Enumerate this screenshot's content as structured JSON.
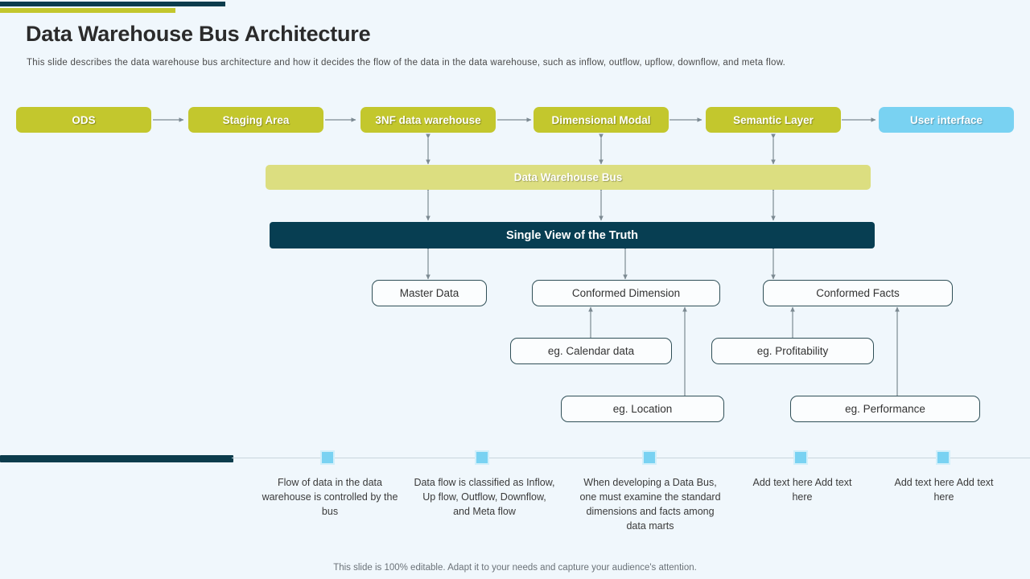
{
  "slide": {
    "title": "Data Warehouse Bus Architecture",
    "subtitle": "This slide describes the data warehouse bus architecture and how it decides the flow of the data in the data warehouse,  such as inflow, outflow, upflow,  downflow,  and meta flow.",
    "footer": "This slide is 100% editable. Adapt it to your needs and capture your audience's attention."
  },
  "colors": {
    "background": "#F0F7FC",
    "olive": "#C3C72D",
    "khaki": "#DCDE80",
    "teal_dark": "#073E52",
    "blue_light": "#79D2F2",
    "accent_bar_teal": "#0C3C4C",
    "connector_gray": "#7C8A92"
  },
  "flow_row": [
    {
      "label": "ODS",
      "style": "olive"
    },
    {
      "label": "Staging Area",
      "style": "olive"
    },
    {
      "label": "3NF data warehouse",
      "style": "olive"
    },
    {
      "label": "Dimensional Modal",
      "style": "olive"
    },
    {
      "label": "Semantic Layer",
      "style": "olive"
    },
    {
      "label": "User interface",
      "style": "blue"
    }
  ],
  "bus_band": {
    "label": "Data Warehouse Bus"
  },
  "truth_band": {
    "label": "Single View of the Truth"
  },
  "detail_row": [
    {
      "label": "Master Data"
    },
    {
      "label": "Conformed Dimension"
    },
    {
      "label": "Conformed Facts"
    }
  ],
  "example_row_1": [
    {
      "label": "eg. Calendar data"
    },
    {
      "label": "eg. Profitability"
    }
  ],
  "example_row_2": [
    {
      "label": "eg. Location"
    },
    {
      "label": "eg. Performance"
    }
  ],
  "timeline": [
    {
      "text": "Flow of data in the data warehouse is controlled by the bus"
    },
    {
      "text": "Data flow is classified as Inflow, Up flow, Outflow, Downflow, and Meta flow"
    },
    {
      "text": "When developing a Data Bus, one must examine the standard dimensions and facts among data marts"
    },
    {
      "text": "Add text here Add text here"
    },
    {
      "text": "Add text here Add text here"
    }
  ]
}
